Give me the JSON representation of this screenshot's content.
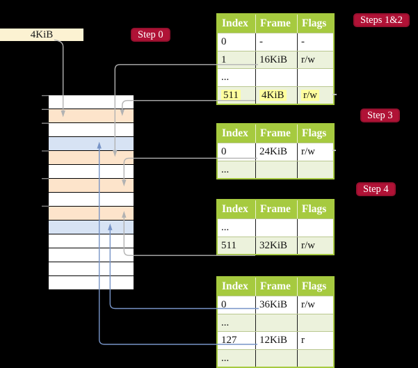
{
  "labels": {
    "step0": "Step 0",
    "steps12": "Steps 1&2",
    "step3": "Step 3",
    "step4": "Step 4"
  },
  "frame_box": {
    "label": "4KiB"
  },
  "memory_map": {
    "rows": [
      "free",
      "pagetable",
      "free",
      "data",
      "pagetable",
      "free",
      "pagetable",
      "free",
      "pagetable",
      "data",
      "free",
      "free",
      "free",
      "free"
    ]
  },
  "tables": [
    {
      "headers": [
        "Index",
        "Frame",
        "Flags"
      ],
      "rows": [
        {
          "index": "0",
          "frame": "-",
          "flags": "-"
        },
        {
          "index": "1",
          "frame": "16KiB",
          "flags": "r/w"
        },
        {
          "index": "...",
          "frame": "",
          "flags": ""
        },
        {
          "index": "511",
          "frame": "4KiB",
          "flags": "r/w"
        }
      ]
    },
    {
      "headers": [
        "Index",
        "Frame",
        "Flags"
      ],
      "rows": [
        {
          "index": "0",
          "frame": "24KiB",
          "flags": "r/w"
        },
        {
          "index": "...",
          "frame": "",
          "flags": ""
        }
      ]
    },
    {
      "headers": [
        "Index",
        "Frame",
        "Flags"
      ],
      "rows": [
        {
          "index": "...",
          "frame": "",
          "flags": ""
        },
        {
          "index": "511",
          "frame": "32KiB",
          "flags": "r/w"
        }
      ]
    },
    {
      "headers": [
        "Index",
        "Frame",
        "Flags"
      ],
      "rows": [
        {
          "index": "0",
          "frame": "36KiB",
          "flags": "r/w"
        },
        {
          "index": "...",
          "frame": "",
          "flags": ""
        },
        {
          "index": "127",
          "frame": "12KiB",
          "flags": "r"
        },
        {
          "index": "...",
          "frame": "",
          "flags": ""
        }
      ]
    }
  ],
  "colors": {
    "background": "#000000",
    "step_label_bg": "#b01236",
    "table_header_green": "#a6ca3f",
    "table_row_green": "#ecf2dc",
    "highlight_yellow": "#ffff9e",
    "frame_box_cream": "#fcf2d2",
    "memory_pagetable_orange": "#fde4cb",
    "memory_data_blue": "#d7e3f4",
    "memory_free_white": "#ffffff",
    "arrow_gray": "#b2b2b2",
    "arrow_blue": "#7794c7"
  }
}
